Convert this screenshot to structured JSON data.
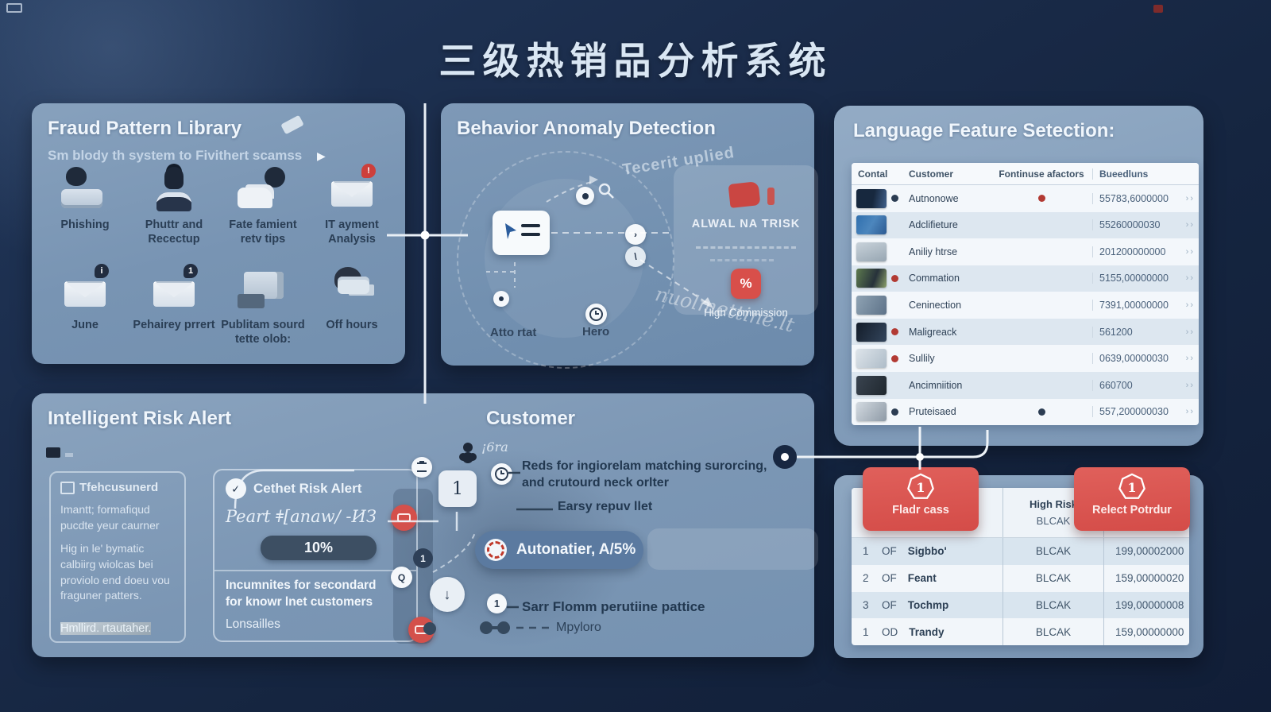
{
  "title": "三级热销品分析系统",
  "fraud": {
    "title": "Fraud Pattern Library",
    "subtitle": "Sm blody th system to Fivithert scamss",
    "arrow": "▶",
    "items": [
      {
        "label": "Phishing",
        "icon": "person-laptop"
      },
      {
        "label": "Phuttr and\nRecectup",
        "icon": "person"
      },
      {
        "label": "Fate famient\nretv tips",
        "icon": "person-sewing"
      },
      {
        "label": "IT ayment\nAnalysis",
        "icon": "envelope",
        "badge": "!",
        "badge_style": "red"
      },
      {
        "label": "June",
        "icon": "envelope",
        "badge": "i",
        "badge_style": "dark"
      },
      {
        "label": "Pehairey prrert",
        "icon": "envelope",
        "badge": "1",
        "badge_style": "dark"
      },
      {
        "label": "Publitam sourd\ntette olob:",
        "icon": "printer"
      },
      {
        "label": "Off hours",
        "icon": "person-glasses"
      }
    ]
  },
  "behavior": {
    "title": "Behavior Anomaly Detection",
    "float_note": "Tecerit uplied",
    "risk_card": {
      "title": "ALWAL NA TRISK",
      "glyph": "%",
      "label": "High Commission"
    },
    "label_a": "Atto rtat",
    "label_b": "Hero",
    "watermark": "nuolmettine.lt"
  },
  "language": {
    "title": "Language Feature Setection:",
    "columns": [
      "Contal",
      "Customer",
      "Fontinuse afactors",
      "Bueedluns"
    ],
    "chevrons": "››",
    "rows": [
      {
        "name": "Autnonowe",
        "value": "55783,6000000",
        "thumb": "t1",
        "left_dot": "dark",
        "factor_dot": "red"
      },
      {
        "name": "Adclifieture",
        "value": "55260000030",
        "thumb": "t2"
      },
      {
        "name": "Aniliy htrse",
        "value": "201200000000",
        "thumb": "t3"
      },
      {
        "name": "Commation",
        "value": "5155,00000000",
        "thumb": "t4",
        "left_dot": "red"
      },
      {
        "name": "Ceninection",
        "value": "7391,00000000",
        "thumb": "t5"
      },
      {
        "name": "Maligreack",
        "value": "561200",
        "thumb": "t6",
        "left_dot": "red"
      },
      {
        "name": "Sullily",
        "value": "0639,00000030",
        "thumb": "t7",
        "left_dot": "red"
      },
      {
        "name": "Ancimniition",
        "value": "660700",
        "thumb": "t8"
      },
      {
        "name": "Pruteisaed",
        "value": "557,200000030",
        "thumb": "t9",
        "left_dot": "dark",
        "factor_dot": "dark"
      }
    ]
  },
  "risk": {
    "title": "Intelligent Risk Alert",
    "customer_title": "Customer",
    "left_card": {
      "title": "Tfehcusunerd",
      "line1": "Imantt; formafiqud\npucdte yeur caurner",
      "line2": "Hig in le' bymatic\ncalbiirg wiolcas bei\nproviolo end doeu vou\nfraguner patters.",
      "line3": "Hmllird. rtautaher."
    },
    "center_card": {
      "check": "✓",
      "title": "Cethet Risk Alert",
      "handwriting": "Peart ǂ[anaw/ -ИЗ",
      "percent": "10%",
      "note": "Incumnites for secondard\nfor knowr lnet customers",
      "footer": "Lonsailles"
    },
    "flow": {
      "scribble": "¡6ra",
      "num_card": "1",
      "note1": "Reds for ingiorelam matching surorcing,\nand crutourd neck orlter",
      "note2": "Earsy repuv llet",
      "pill": "Autonatier,  A/5%",
      "down_glyph": "↓",
      "small_circle": "1",
      "dark_circle": "1",
      "q_badge": "Q",
      "note3": "Sarr Flomm perutiine pattice",
      "note4": "Mpyloro"
    }
  },
  "result": {
    "badges": [
      {
        "num": "1",
        "label": "Fladr cass",
        "pos": "b-left"
      },
      {
        "num": "1",
        "label": "Relect Potrdur",
        "pos": "b-right"
      }
    ],
    "header": {
      "top": "High Risk",
      "bottom": "BLCAK"
    },
    "rows": [
      {
        "rank": "1",
        "tag": "OF",
        "name": "Sigbbo'",
        "status": "BLCAK",
        "value": "199,00002000"
      },
      {
        "rank": "2",
        "tag": "OF",
        "name": "Feant",
        "status": "BLCAK",
        "value": "159,00000020"
      },
      {
        "rank": "3",
        "tag": "OF",
        "name": "Tochmp",
        "status": "BLCAK",
        "value": "199,00000008"
      },
      {
        "rank": "1",
        "tag": "OD",
        "name": "Trandy",
        "status": "BLCAK",
        "value": "159,00000000"
      }
    ]
  },
  "colors": {
    "accent_red": "#d9534f",
    "panel_blue": "#7f9ab8",
    "navy": "#16233c"
  }
}
